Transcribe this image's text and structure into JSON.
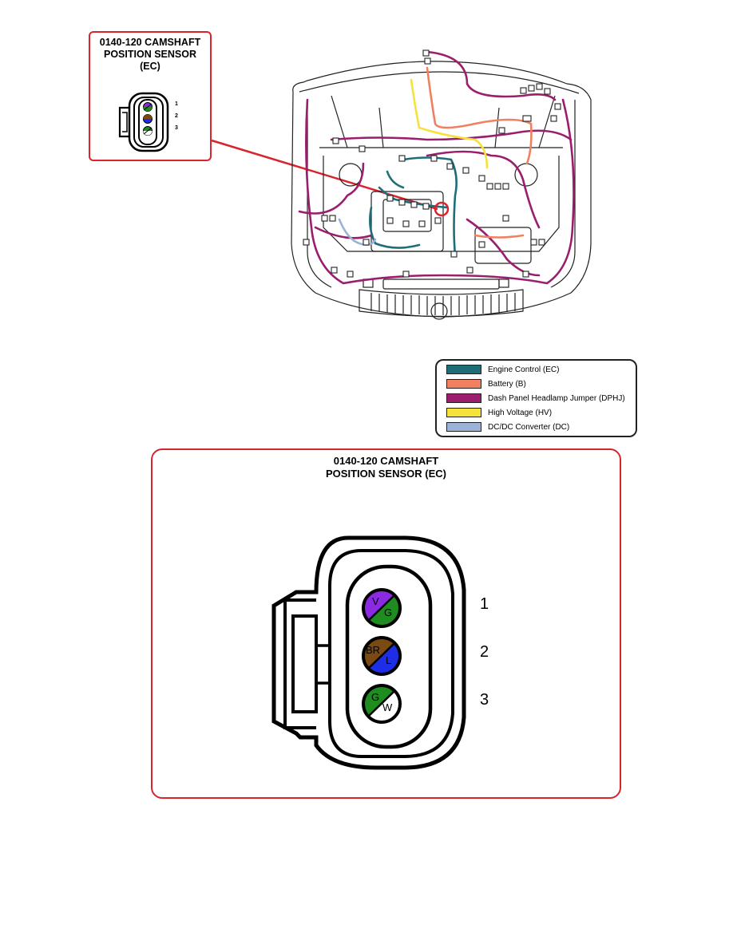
{
  "inset": {
    "title_line1": "0140-120  CAMSHAFT",
    "title_line2": "POSITION SENSOR",
    "title_line3": "(EC)",
    "pins": [
      "1",
      "2",
      "3"
    ]
  },
  "legend": {
    "items": [
      {
        "label": "Engine Control   (EC)",
        "color": "#1e6e78"
      },
      {
        "label": "Battery (B)",
        "color": "#f08060"
      },
      {
        "label": "Dash Panel Headlamp Jumper (DPHJ)",
        "color": "#9b1e6e"
      },
      {
        "label": "High Voltage (HV)",
        "color": "#f5e23c"
      },
      {
        "label": "DC/DC Converter (DC)",
        "color": "#9bb3d6"
      }
    ]
  },
  "detail": {
    "title_line1": "0140-120  CAMSHAFT",
    "title_line2": "POSITION SENSOR (EC)",
    "pins": [
      {
        "number": "1",
        "color_a": "V",
        "color_b": "G",
        "fill_a": "#8a2be2",
        "fill_b": "#1e8c1e"
      },
      {
        "number": "2",
        "color_a": "BR",
        "color_b": "L",
        "fill_a": "#7a4a12",
        "fill_b": "#1e2ee6"
      },
      {
        "number": "3",
        "color_a": "G",
        "color_b": "W",
        "fill_a": "#1e8c1e",
        "fill_b": "#ffffff"
      }
    ]
  },
  "colors": {
    "highlight_red": "#d8242c",
    "engine_control": "#1e6e78",
    "battery": "#f08060",
    "dphj": "#9b1e6e",
    "high_voltage": "#f5e23c",
    "dc_dc": "#9bb3d6"
  }
}
